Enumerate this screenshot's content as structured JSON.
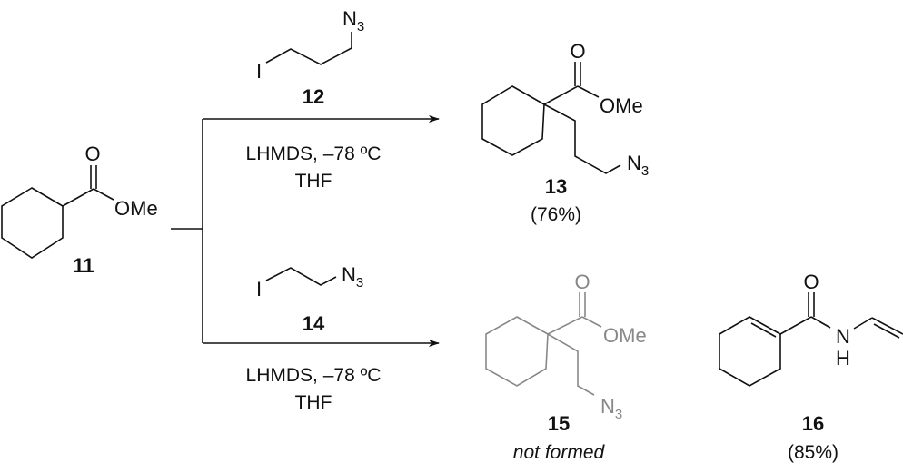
{
  "compounds": {
    "c11": {
      "label": "11",
      "atoms": {
        "O": "O",
        "OMe": "OMe"
      }
    },
    "c12": {
      "label": "12",
      "atoms": {
        "I": "I",
        "N": "N",
        "N_sub": "3"
      }
    },
    "c13": {
      "label": "13",
      "yield": "(76%)",
      "atoms": {
        "O": "O",
        "OMe": "OMe",
        "N": "N",
        "N_sub": "3"
      }
    },
    "c14": {
      "label": "14",
      "atoms": {
        "I": "I",
        "N": "N",
        "N_sub": "3"
      }
    },
    "c15": {
      "label": "15",
      "note": "not formed",
      "atoms": {
        "O": "O",
        "OMe": "OMe",
        "N": "N",
        "N_sub": "3"
      }
    },
    "c16": {
      "label": "16",
      "yield": "(85%)",
      "atoms": {
        "O": "O",
        "N": "N",
        "H": "H"
      }
    }
  },
  "conditions": {
    "top": {
      "line1": "LHMDS, –78 ºC",
      "line2": "THF"
    },
    "bottom": {
      "line1": "LHMDS, –78 ºC",
      "line2": "THF"
    }
  },
  "colors": {
    "not_formed": "#888888",
    "ink": "#111111"
  }
}
